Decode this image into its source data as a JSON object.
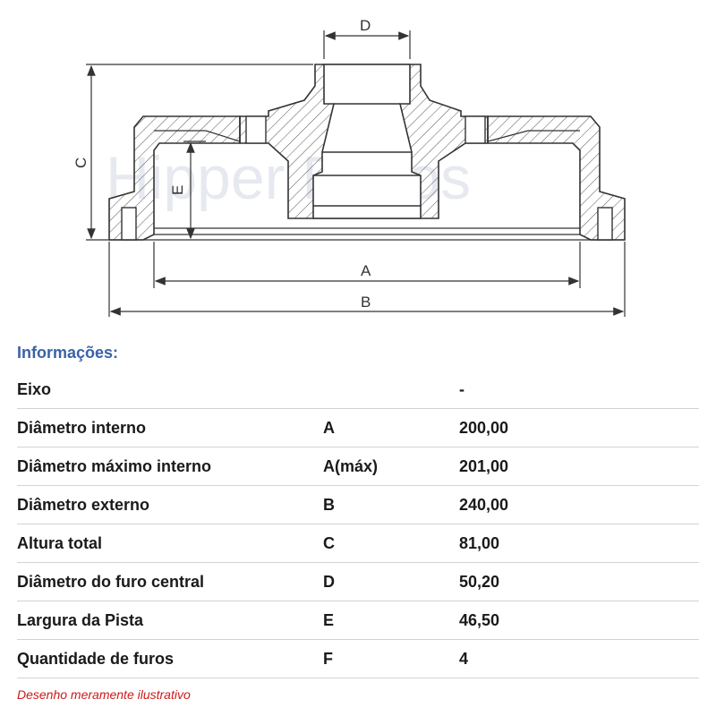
{
  "drawing": {
    "dim_labels": {
      "a": "A",
      "b": "B",
      "c": "C",
      "d": "D",
      "e": "E"
    },
    "watermark": "Hipper Freios",
    "line_color": "#333333"
  },
  "info": {
    "title": "Informações:",
    "rows": [
      {
        "label": "Eixo",
        "code": "",
        "value": "-"
      },
      {
        "label": "Diâmetro interno",
        "code": "A",
        "value": "200,00"
      },
      {
        "label": "Diâmetro máximo interno",
        "code": "A(máx)",
        "value": "201,00"
      },
      {
        "label": "Diâmetro externo",
        "code": "B",
        "value": "240,00"
      },
      {
        "label": "Altura total",
        "code": "C",
        "value": "81,00"
      },
      {
        "label": "Diâmetro do furo central",
        "code": "D",
        "value": "50,20"
      },
      {
        "label": "Largura da Pista",
        "code": "E",
        "value": "46,50"
      },
      {
        "label": "Quantidade de furos",
        "code": "F",
        "value": "4"
      }
    ]
  },
  "footnote": "Desenho meramente ilustrativo",
  "colors": {
    "title": "#3a62a7",
    "footnote": "#cc1a1a",
    "text": "#1a1a1a",
    "rule": "#d3d3d3"
  }
}
